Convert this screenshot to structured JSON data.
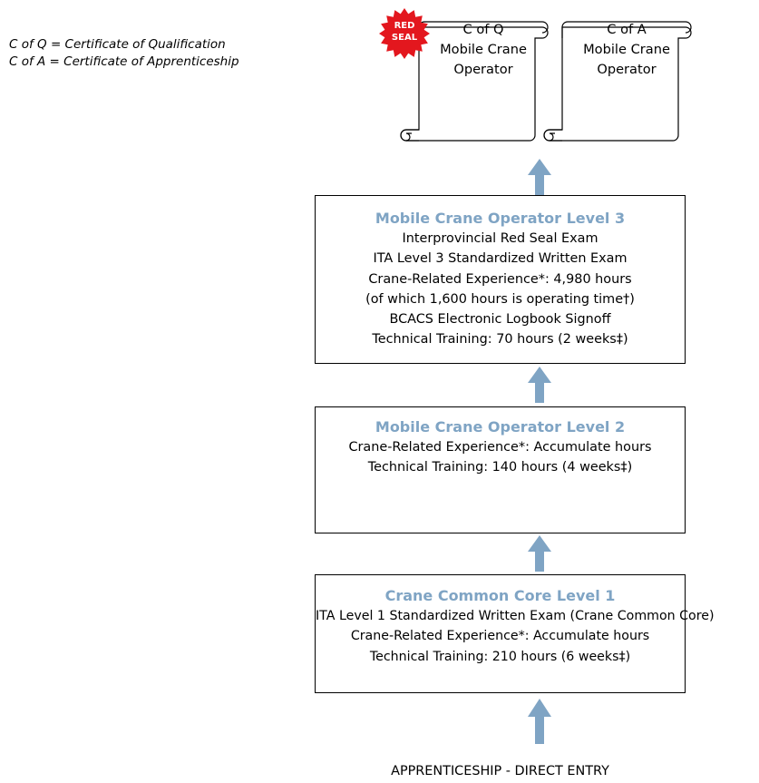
{
  "legend": {
    "line1": "C of Q = Certificate of Qualification",
    "line2": "C of A = Certificate of Apprenticeship"
  },
  "certificates": [
    {
      "line1": "C of Q",
      "line2": "Mobile Crane",
      "line3": "Operator"
    },
    {
      "line1": "C of A",
      "line2": "Mobile Crane",
      "line3": "Operator"
    }
  ],
  "seal": {
    "line1": "RED",
    "line2": "SEAL",
    "color": "#e3171e"
  },
  "levels": {
    "level3": {
      "title": "Mobile Crane Operator Level 3",
      "lines": [
        "Interprovincial Red Seal Exam",
        "ITA Level 3 Standardized Written Exam",
        "Crane-Related Experience*: 4,980 hours",
        "(of which 1,600 hours is operating time†)",
        "BCACS Electronic Logbook Signoff",
        "Technical Training: 70 hours (2 weeks‡)"
      ]
    },
    "level2": {
      "title": "Mobile Crane Operator Level 2",
      "lines": [
        "Crane-Related Experience*:  Accumulate hours",
        "Technical Training: 140 hours (4 weeks‡)"
      ]
    },
    "level1": {
      "title": "Crane Common Core Level 1",
      "lines": [
        "ITA Level 1 Standardized Written Exam (Crane Common Core)",
        "Crane-Related Experience*:  Accumulate hours",
        "Technical Training: 210 hours (6 weeks‡)"
      ]
    }
  },
  "footer": "APPRENTICESHIP - DIRECT ENTRY",
  "colors": {
    "title": "#7fa4c4",
    "arrow": "#7fa4c4"
  }
}
